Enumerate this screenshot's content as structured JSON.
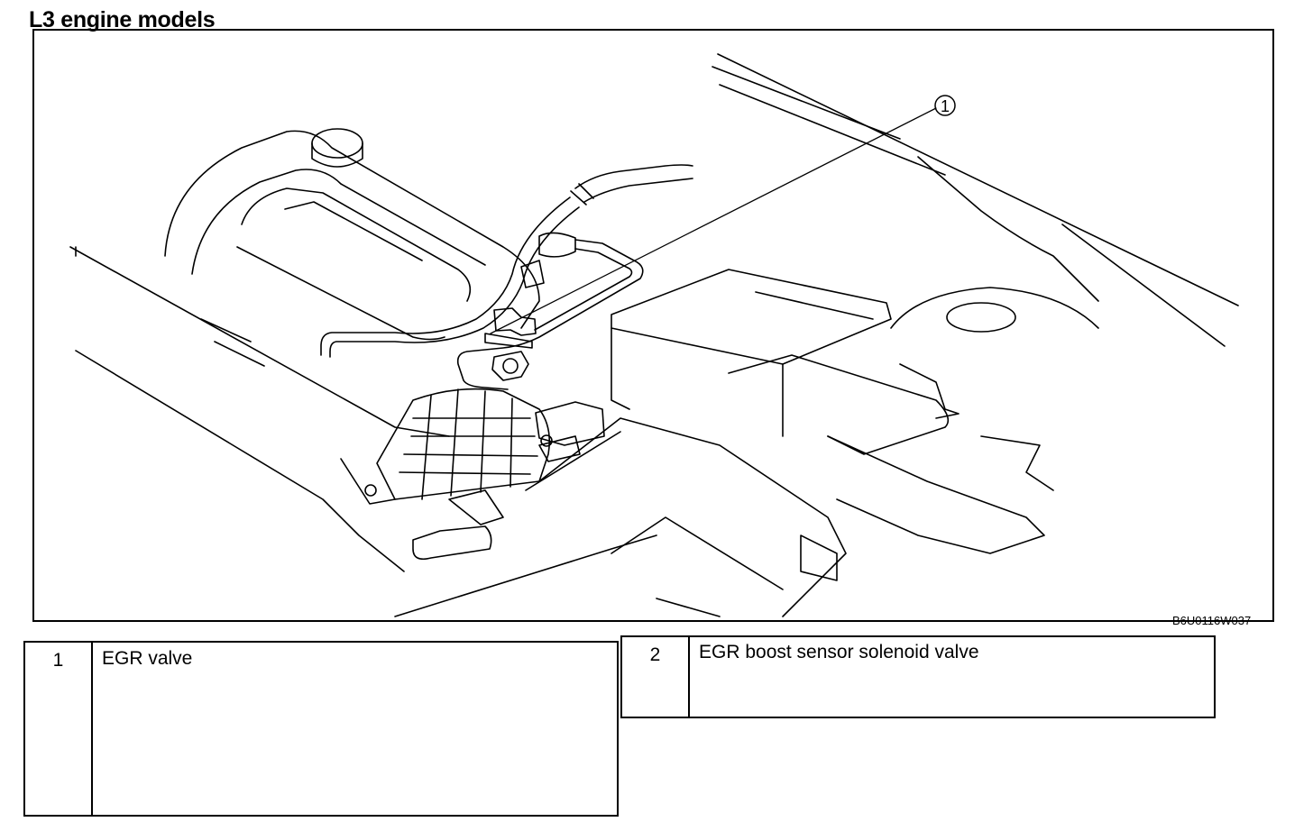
{
  "page": {
    "title": "L3 engine models",
    "figure_code": "B6U0116W037"
  },
  "callout": {
    "number": "1"
  },
  "legend": [
    {
      "number": "1",
      "label": "EGR valve"
    },
    {
      "number": "2",
      "label": "EGR boost sensor solenoid valve"
    }
  ]
}
